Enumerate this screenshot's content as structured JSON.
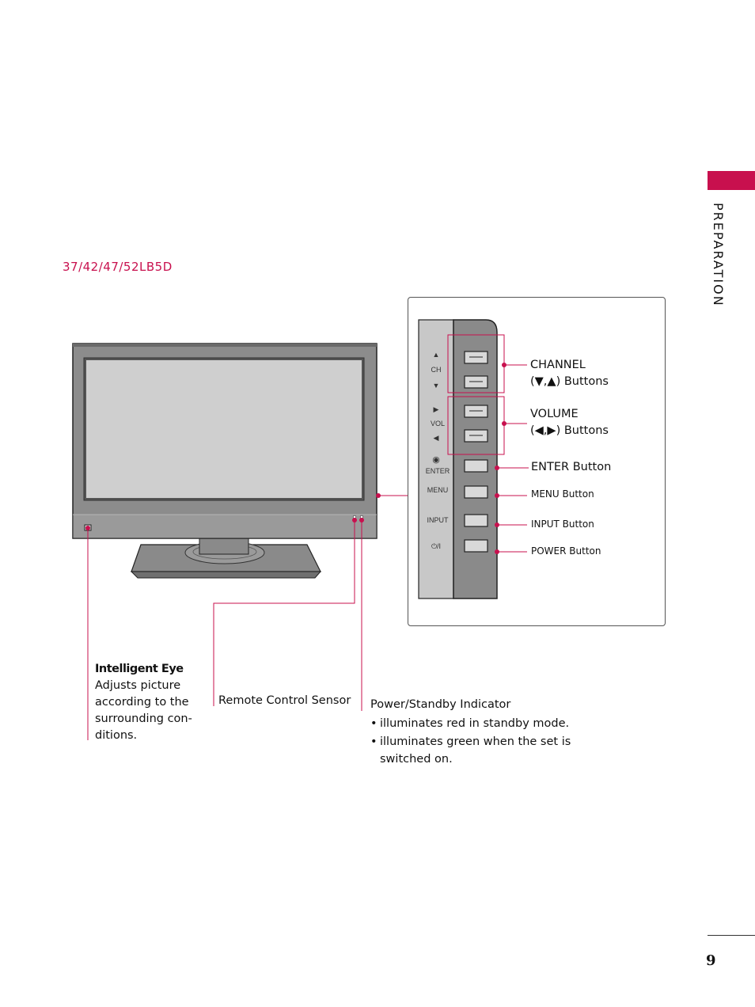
{
  "side_tab": {
    "label": "PREPARATION",
    "accent": "#c8104e"
  },
  "model": "37/42/47/52LB5D",
  "panel": {
    "ch_label": "CH",
    "vol_label": "VOL",
    "enter_label": "ENTER",
    "menu_label": "MENU",
    "input_label": "INPUT",
    "power_label": "⏻/I",
    "up_glyph": "▲",
    "down_glyph": "▼",
    "right_glyph": "▶",
    "left_glyph": "◀",
    "enter_glyph": "◉"
  },
  "callouts": {
    "channel_line1": "CHANNEL",
    "channel_line2": "(▼,▲) Buttons",
    "volume_line1": "VOLUME",
    "volume_line2": "(◀,▶) Buttons",
    "enter": "ENTER Button",
    "menu": "MENU Button",
    "input": "INPUT Button",
    "power": "POWER Button"
  },
  "intelligent_eye": {
    "title": "Intelligent Eye",
    "lines": [
      "Adjusts picture",
      "according to the",
      "surrounding con-",
      "ditions."
    ]
  },
  "remote_sensor": "Remote Control Sensor",
  "power_indicator": {
    "title": "Power/Standby Indicator",
    "bullets": [
      "illuminates red in standby mode.",
      "illuminates green when the set is"
    ],
    "continuation": "switched on."
  },
  "page_number": "9",
  "colors": {
    "accent": "#c8104e",
    "tv_body": "#8c8c8c",
    "screen": "#cfcfcf"
  }
}
